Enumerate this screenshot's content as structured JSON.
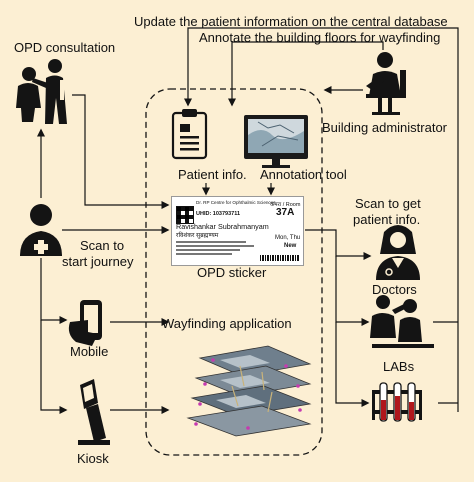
{
  "labels": {
    "top": "Update the patient information on the central database",
    "annotate": "Annotate the building floors for wayfinding",
    "opd_consultation": "OPD consultation",
    "building_admin": "Building administrator",
    "patient_info": "Patient info.",
    "annotation_tool": "Annotation tool",
    "scan_to_get": "Scan to get",
    "patient_info_2": "patient info.",
    "scan_to": "Scan to",
    "start_journey": "start journey",
    "opd_sticker": "OPD sticker",
    "doctors": "Doctors",
    "wayfinding_app": "Wayfinding application",
    "mobile": "Mobile",
    "labs": "LABs",
    "kiosk": "Kiosk"
  },
  "sticker": {
    "org": "Dr. RP Centre for Ophthalmic Sciences",
    "uhid": "UHID: 103793711",
    "name": "Ravishankar Subrahmanyam",
    "hindi_name": "रविशंकर सुब्रह्मण्यम",
    "room_header": "कमरा / Room",
    "room_number": "37A",
    "day": "Mon, Thu",
    "new_label": "New"
  },
  "colors": {
    "background": "#fcefd3",
    "ink": "#141414",
    "sticker_bg": "#ffffff"
  },
  "icons": {
    "clinician": "doctor-examining-patient-icon",
    "clipboard": "clipboard-icon",
    "monitor": "monitor-map-icon",
    "admin": "admin-at-computer-icon",
    "patient": "patient-user-icon",
    "qr": "qr-code-icon",
    "doctor": "female-doctor-icon",
    "mobile": "mobile-phone-icon",
    "lab": "lab-technician-icon",
    "tubes": "test-tubes-icon",
    "kiosk": "kiosk-icon",
    "floors": "building-floors-map-icon"
  }
}
